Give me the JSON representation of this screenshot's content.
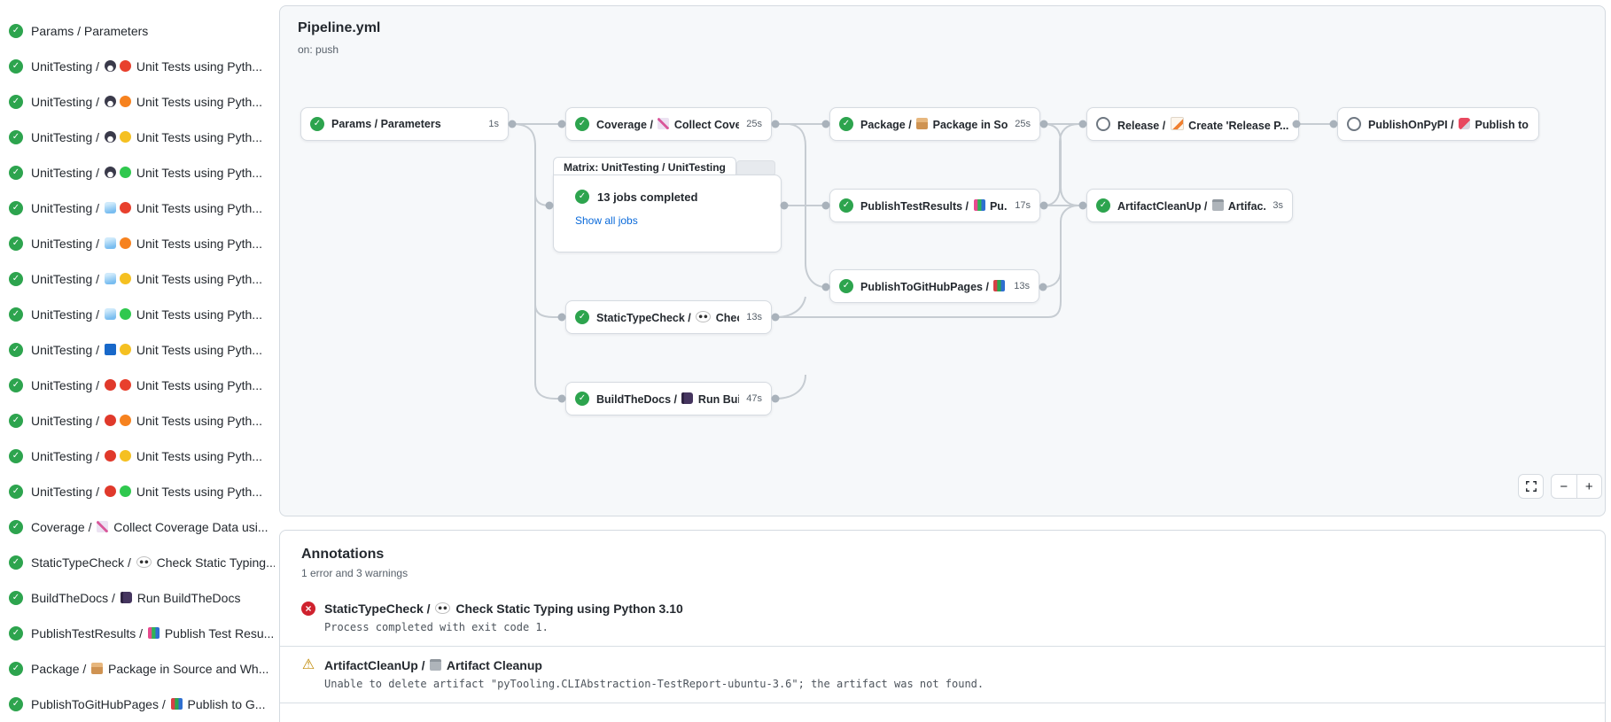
{
  "colors": {
    "success": "#2da44e",
    "error": "#cf222e",
    "warning": "#bf8700",
    "link": "#0969da",
    "apple": "#e0392b",
    "blue_square": "#1868c9",
    "py_red": "#e8402d",
    "py_orange": "#f6821f",
    "py_yellow": "#f5c021",
    "py_green": "#2fc84e"
  },
  "sidebar": {
    "items": [
      {
        "prefix": "Params / Parameters",
        "icons": [],
        "suffix": ""
      },
      {
        "prefix": "UnitTesting /",
        "icons": [
          {
            "name": "linux-penguin-icon",
            "class": "penguin"
          },
          {
            "name": "python-version-dot-red",
            "class": "circle",
            "color": "#e8402d"
          }
        ],
        "suffix": "Unit Tests using Pyth..."
      },
      {
        "prefix": "UnitTesting /",
        "icons": [
          {
            "name": "linux-penguin-icon",
            "class": "penguin"
          },
          {
            "name": "python-version-dot-orange",
            "class": "circle",
            "color": "#f6821f"
          }
        ],
        "suffix": "Unit Tests using Pyth..."
      },
      {
        "prefix": "UnitTesting /",
        "icons": [
          {
            "name": "linux-penguin-icon",
            "class": "penguin"
          },
          {
            "name": "python-version-dot-yellow",
            "class": "circle",
            "color": "#f5c021"
          }
        ],
        "suffix": "Unit Tests using Pyth..."
      },
      {
        "prefix": "UnitTesting /",
        "icons": [
          {
            "name": "linux-penguin-icon",
            "class": "penguin"
          },
          {
            "name": "python-version-dot-green",
            "class": "circle",
            "color": "#2fc84e"
          }
        ],
        "suffix": "Unit Tests using Pyth..."
      },
      {
        "prefix": "UnitTesting /",
        "icons": [
          {
            "name": "windows-ice-icon",
            "class": "ice"
          },
          {
            "name": "python-version-dot-red",
            "class": "circle",
            "color": "#e8402d"
          }
        ],
        "suffix": "Unit Tests using Pyth..."
      },
      {
        "prefix": "UnitTesting /",
        "icons": [
          {
            "name": "windows-ice-icon",
            "class": "ice"
          },
          {
            "name": "python-version-dot-orange",
            "class": "circle",
            "color": "#f6821f"
          }
        ],
        "suffix": "Unit Tests using Pyth..."
      },
      {
        "prefix": "UnitTesting /",
        "icons": [
          {
            "name": "windows-ice-icon",
            "class": "ice"
          },
          {
            "name": "python-version-dot-yellow",
            "class": "circle",
            "color": "#f5c021"
          }
        ],
        "suffix": "Unit Tests using Pyth..."
      },
      {
        "prefix": "UnitTesting /",
        "icons": [
          {
            "name": "windows-ice-icon",
            "class": "ice"
          },
          {
            "name": "python-version-dot-green",
            "class": "circle",
            "color": "#2fc84e"
          }
        ],
        "suffix": "Unit Tests using Pyth..."
      },
      {
        "prefix": "UnitTesting /",
        "icons": [
          {
            "name": "blue-square-icon",
            "class": "square",
            "color": "#1868c9"
          },
          {
            "name": "python-version-dot-yellow",
            "class": "circle",
            "color": "#f5c021"
          }
        ],
        "suffix": "Unit Tests using Pyth..."
      },
      {
        "prefix": "UnitTesting /",
        "icons": [
          {
            "name": "apple-icon",
            "class": "apple",
            "color": "#e0392b"
          },
          {
            "name": "python-version-dot-red",
            "class": "circle",
            "color": "#e8402d"
          }
        ],
        "suffix": "Unit Tests using Pyth..."
      },
      {
        "prefix": "UnitTesting /",
        "icons": [
          {
            "name": "apple-icon",
            "class": "apple",
            "color": "#e0392b"
          },
          {
            "name": "python-version-dot-orange",
            "class": "circle",
            "color": "#f6821f"
          }
        ],
        "suffix": "Unit Tests using Pyth..."
      },
      {
        "prefix": "UnitTesting /",
        "icons": [
          {
            "name": "apple-icon",
            "class": "apple",
            "color": "#e0392b"
          },
          {
            "name": "python-version-dot-yellow",
            "class": "circle",
            "color": "#f5c021"
          }
        ],
        "suffix": "Unit Tests using Pyth..."
      },
      {
        "prefix": "UnitTesting /",
        "icons": [
          {
            "name": "apple-icon",
            "class": "apple",
            "color": "#e0392b"
          },
          {
            "name": "python-version-dot-green",
            "class": "circle",
            "color": "#2fc84e"
          }
        ],
        "suffix": "Unit Tests using Pyth..."
      },
      {
        "prefix": "Coverage /",
        "icons": [
          {
            "name": "chart-increasing-icon",
            "class": "chart"
          }
        ],
        "suffix": "Collect Coverage Data usi..."
      },
      {
        "prefix": "StaticTypeCheck /",
        "icons": [
          {
            "name": "eyes-icon",
            "class": "eyes"
          }
        ],
        "suffix": "Check Static Typing..."
      },
      {
        "prefix": "BuildTheDocs /",
        "icons": [
          {
            "name": "notebook-icon",
            "class": "notebook"
          }
        ],
        "suffix": "Run BuildTheDocs"
      },
      {
        "prefix": "PublishTestResults /",
        "icons": [
          {
            "name": "bar-chart-icon",
            "class": "bars"
          }
        ],
        "suffix": "Publish Test Resu..."
      },
      {
        "prefix": "Package /",
        "icons": [
          {
            "name": "package-icon",
            "class": "package"
          }
        ],
        "suffix": "Package in Source and Wh..."
      },
      {
        "prefix": "PublishToGitHubPages /",
        "icons": [
          {
            "name": "books-icon",
            "class": "books"
          }
        ],
        "suffix": "Publish to G..."
      }
    ]
  },
  "pipeline": {
    "title": "Pipeline.yml",
    "trigger": "on: push",
    "matrix": {
      "tab": "Matrix: UnitTesting / UnitTesting",
      "summary": "13 jobs completed",
      "link": "Show all jobs"
    },
    "controls": {
      "zoom_out": "−",
      "zoom_in": "+"
    },
    "nodes": [
      {
        "id": "params",
        "status": "success",
        "prefix": "Params / Parameters",
        "icon": null,
        "suffix": "",
        "duration": "1s"
      },
      {
        "id": "coverage",
        "status": "success",
        "prefix": "Coverage /",
        "icon": {
          "name": "chart-increasing-icon",
          "class": "chart"
        },
        "suffix": "Collect Cove...",
        "duration": "25s"
      },
      {
        "id": "statictypecheck",
        "status": "success",
        "prefix": "StaticTypeCheck /",
        "icon": {
          "name": "eyes-icon",
          "class": "eyes"
        },
        "suffix": "Chec...",
        "duration": "13s"
      },
      {
        "id": "buildthedocs",
        "status": "success",
        "prefix": "BuildTheDocs /",
        "icon": {
          "name": "notebook-icon",
          "class": "notebook"
        },
        "suffix": "Run Buil...",
        "duration": "47s"
      },
      {
        "id": "package",
        "status": "success",
        "prefix": "Package /",
        "icon": {
          "name": "package-icon",
          "class": "package"
        },
        "suffix": "Package in So...",
        "duration": "25s"
      },
      {
        "id": "publishtestresults",
        "status": "success",
        "prefix": "PublishTestResults /",
        "icon": {
          "name": "bar-chart-icon",
          "class": "bars"
        },
        "suffix": "Pu...",
        "duration": "17s"
      },
      {
        "id": "publishtogithubpages",
        "status": "success",
        "prefix": "PublishToGitHubPages /",
        "icon": {
          "name": "books-icon",
          "class": "books"
        },
        "suffix": "...",
        "duration": "13s"
      },
      {
        "id": "release",
        "status": "skipped",
        "prefix": "Release /",
        "icon": {
          "name": "memo-icon",
          "class": "memo"
        },
        "suffix": "Create 'Release P...",
        "duration": ""
      },
      {
        "id": "artifactcleanup",
        "status": "success",
        "prefix": "ArtifactCleanUp /",
        "icon": {
          "name": "wastebasket-icon",
          "class": "trash"
        },
        "suffix": "Artifac...",
        "duration": "3s"
      },
      {
        "id": "publishonpypi",
        "status": "skipped",
        "prefix": "PublishOnPyPI /",
        "icon": {
          "name": "rocket-icon",
          "class": "rocket"
        },
        "suffix": "Publish to ...",
        "duration": ""
      }
    ]
  },
  "annotations": {
    "title": "Annotations",
    "summary": "1 error and 3 warnings",
    "items": [
      {
        "level": "error",
        "title_prefix": "StaticTypeCheck /",
        "icon": {
          "name": "eyes-icon",
          "class": "eyes"
        },
        "title_suffix": "Check Static Typing using Python 3.10",
        "message": "Process completed with exit code 1."
      },
      {
        "level": "warning",
        "title_prefix": "ArtifactCleanUp /",
        "icon": {
          "name": "wastebasket-icon",
          "class": "trash"
        },
        "title_suffix": "Artifact Cleanup",
        "message": "Unable to delete artifact \"pyTooling.CLIAbstraction-TestReport-ubuntu-3.6\"; the artifact was not found."
      }
    ]
  }
}
